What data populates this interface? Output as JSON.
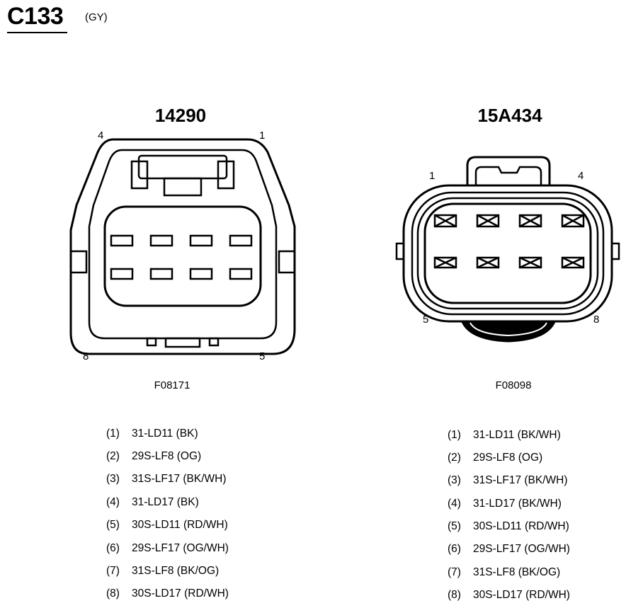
{
  "header": {
    "title": "C133",
    "color_code": "(GY)"
  },
  "connectors": [
    {
      "part_number": "14290",
      "figure_code": "F08171",
      "corner_labels": {
        "top_left": "4",
        "top_right": "1",
        "bottom_left": "8",
        "bottom_right": "5"
      },
      "pins": [
        {
          "idx": "(1)",
          "circuit": "31-LD11 (BK)"
        },
        {
          "idx": "(2)",
          "circuit": "29S-LF8 (OG)"
        },
        {
          "idx": "(3)",
          "circuit": "31S-LF17 (BK/WH)"
        },
        {
          "idx": "(4)",
          "circuit": "31-LD17 (BK)"
        },
        {
          "idx": "(5)",
          "circuit": "30S-LD11 (RD/WH)"
        },
        {
          "idx": "(6)",
          "circuit": "29S-LF17 (OG/WH)"
        },
        {
          "idx": "(7)",
          "circuit": "31S-LF8 (BK/OG)"
        },
        {
          "idx": "(8)",
          "circuit": "30S-LD17 (RD/WH)"
        }
      ]
    },
    {
      "part_number": "15A434",
      "figure_code": "F08098",
      "corner_labels": {
        "top_left": "1",
        "top_right": "4",
        "bottom_left": "5",
        "bottom_right": "8"
      },
      "pins": [
        {
          "idx": "(1)",
          "circuit": "31-LD11 (BK/WH)"
        },
        {
          "idx": "(2)",
          "circuit": "29S-LF8 (OG)"
        },
        {
          "idx": "(3)",
          "circuit": "31S-LF17 (BK/WH)"
        },
        {
          "idx": "(4)",
          "circuit": "31-LD17 (BK/WH)"
        },
        {
          "idx": "(5)",
          "circuit": "30S-LD11 (RD/WH)"
        },
        {
          "idx": "(6)",
          "circuit": "29S-LF17 (OG/WH)"
        },
        {
          "idx": "(7)",
          "circuit": "31S-LF8 (BK/OG)"
        },
        {
          "idx": "(8)",
          "circuit": "30S-LD17 (RD/WH)"
        }
      ]
    }
  ]
}
